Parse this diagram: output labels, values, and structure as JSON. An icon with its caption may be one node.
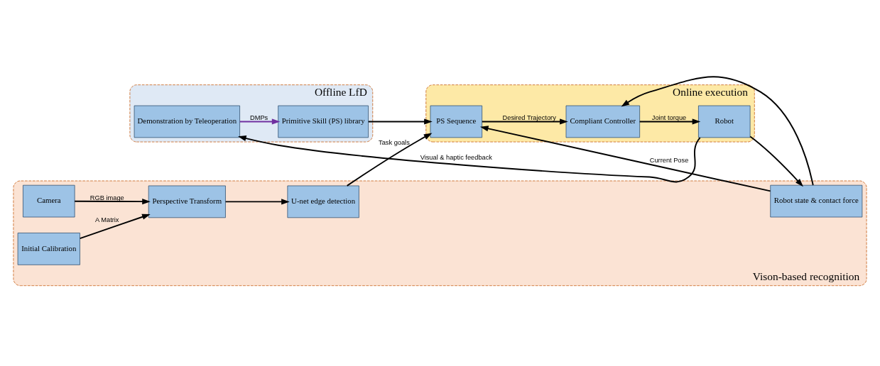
{
  "diagram": {
    "nodes": [
      {
        "text": [
          "Offline LfD"
        ]
      },
      {
        "text": [
          "Demonstration by Teleoperation"
        ],
        "in": 0
      },
      {
        "text": [
          "Primitive Skill (PS) library"
        ],
        "in": 0
      },
      {
        "text": [
          "Online execution"
        ]
      },
      {
        "text": [
          "PS Sequence"
        ],
        "in": 3
      },
      {
        "text": [
          "Compliant Controller"
        ],
        "in": 3
      },
      {
        "text": [
          "Robot"
        ],
        "in": 3
      },
      {
        "text": [
          "Vison-based recognition"
        ]
      },
      {
        "text": [
          "Camera"
        ],
        "in": 7
      },
      {
        "text": [
          "Perspective Transform"
        ],
        "in": 7
      },
      {
        "text": [
          "U-net edge detection"
        ],
        "in": 7
      },
      {
        "text": [
          "Initial Calibration"
        ],
        "in": 7
      },
      {
        "text": [
          "Robot state & contact force"
        ],
        "in": 7
      }
    ],
    "edges": [
      {
        "from": 6,
        "to": 1,
        "arrow": "to",
        "label": "Visual & haptic feedback"
      },
      {
        "from": 1,
        "to": 2,
        "arrow": "to",
        "label": "DMPs",
        "color": "#7030a0"
      },
      {
        "from": 2,
        "to": 4,
        "arrow": "to"
      },
      {
        "from": 4,
        "to": 5,
        "arrow": "to",
        "label": "Desired Trajectory"
      },
      {
        "from": 5,
        "to": 6,
        "arrow": "to",
        "label": "Joint torque"
      },
      {
        "from": 8,
        "to": 9,
        "arrow": "to",
        "label": "RGB image"
      },
      {
        "from": 11,
        "to": 9,
        "arrow": "to",
        "label": "A Matrix"
      },
      {
        "from": 9,
        "to": 10,
        "arrow": "to"
      },
      {
        "from": 10,
        "to": 4,
        "arrow": "to",
        "label": "Task goals"
      },
      {
        "from": 12,
        "to": 4,
        "arrow": "to",
        "label": "Current Pose"
      },
      {
        "from": 12,
        "to": 5,
        "arrow": "to"
      },
      {
        "from": 6,
        "to": 12,
        "arrow": "to"
      }
    ]
  }
}
